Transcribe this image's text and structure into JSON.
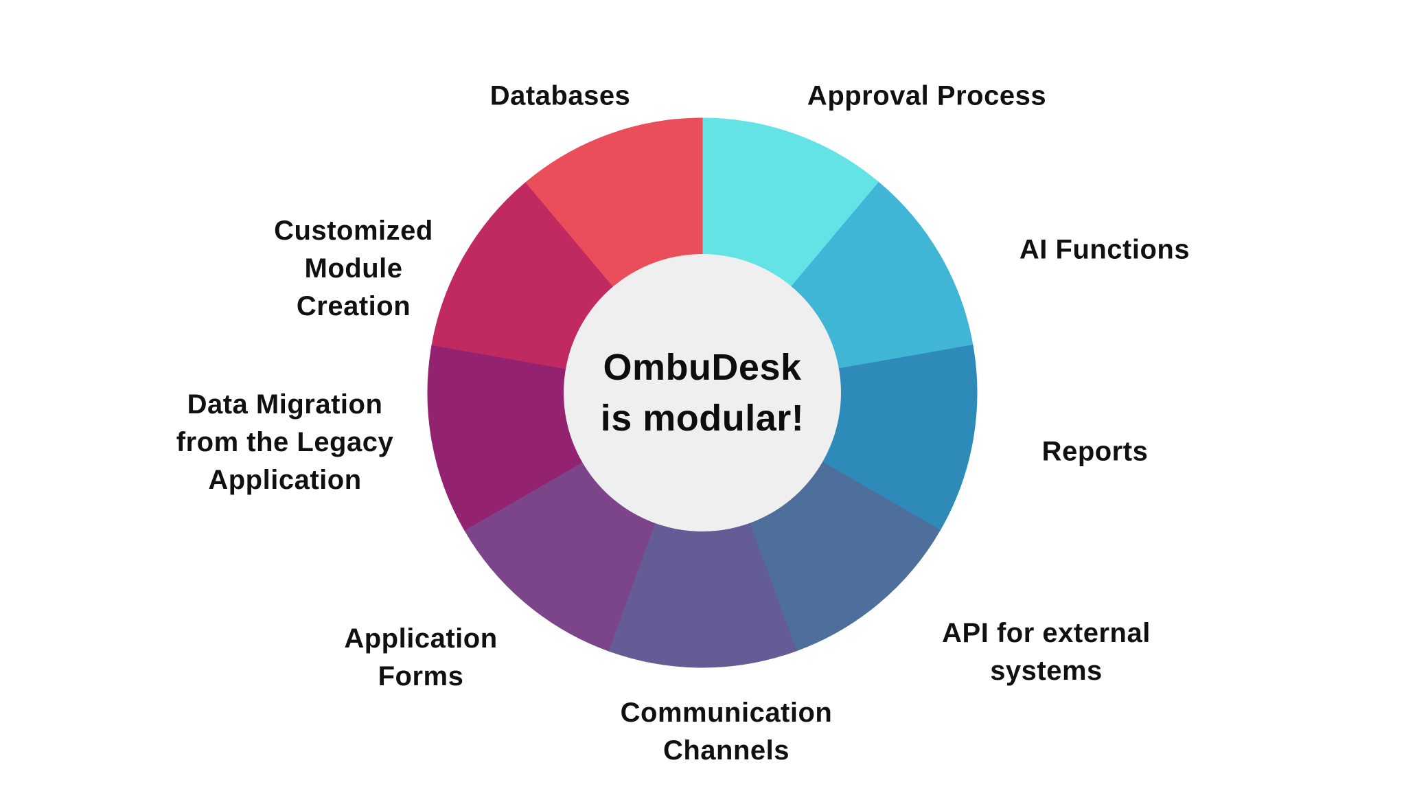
{
  "page": {
    "background_color": "#FFFFFF",
    "text_color": "#101010"
  },
  "center": {
    "line1": "OmbuDesk",
    "line2": "is modular!",
    "circle_color": "#EFEFEF",
    "text_color": "#0D0D0D"
  },
  "chart_data": {
    "type": "pie",
    "subtype": "donut",
    "title": "",
    "center_label": "OmbuDesk is modular!",
    "categories": [
      "Approval Process",
      "AI Functions",
      "Reports",
      "API for external systems",
      "Communication Channels",
      "Application Forms",
      "Data Migration from the Legacy Application",
      "Customized Module Creation",
      "Databases"
    ],
    "categories_wrapped": [
      "Approval Process",
      "AI Functions",
      "Reports",
      "API for external\nsystems",
      "Communication\nChannels",
      "Application\nForms",
      "Data Migration\nfrom the Legacy\nApplication",
      "Customized\nModule\nCreation",
      "Databases"
    ],
    "values": [
      1,
      1,
      1,
      1,
      1,
      1,
      1,
      1,
      1
    ],
    "slice_angle_deg": 40,
    "colors": [
      "#64E3E6",
      "#41B5D6",
      "#2E8AB8",
      "#4E6E9C",
      "#645C95",
      "#7C458A",
      "#932270",
      "#C12A61",
      "#EA4E5A"
    ],
    "start_angle_deg": 0,
    "direction": "clockwise",
    "inner_radius_ratio": 0.505,
    "hole_color": "#EFEFEF",
    "legend_position": "labels-around-donut",
    "grid": false
  }
}
